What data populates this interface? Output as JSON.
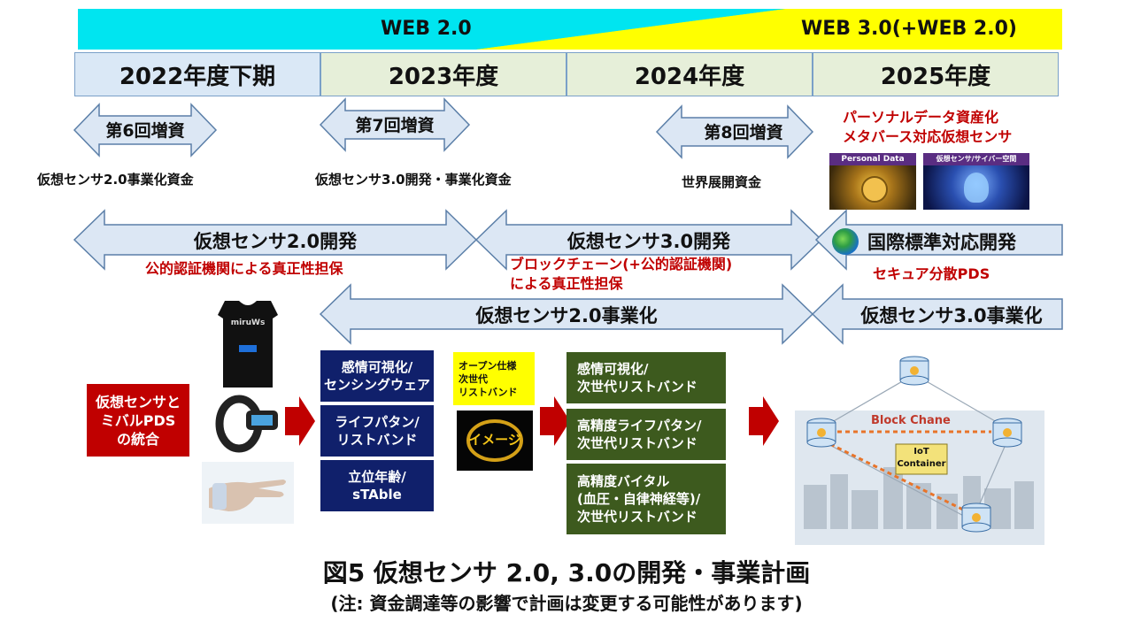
{
  "banner": {
    "web2_label": "WEB 2.0",
    "web3_label": "WEB 3.0(+WEB 2.0)",
    "colors": {
      "cyan": "#00e5f0",
      "yellow": "#ffff00"
    }
  },
  "timeline": {
    "years": [
      "2022年度下期",
      "2023年度",
      "2024年度",
      "2025年度"
    ],
    "colors": {
      "blue_cell": "#dae8f6",
      "green_cell": "#e6efd9",
      "border": "#7aa0c8"
    }
  },
  "funding": [
    {
      "round": "第6回増資",
      "purpose": "仮想センサ2.0事業化資金"
    },
    {
      "round": "第7回増資",
      "purpose": "仮想センサ3.0開発・事業化資金"
    },
    {
      "round": "第8回増資",
      "purpose": "世界展開資金"
    }
  ],
  "plan_2025": {
    "headline_lines": [
      "パーソナルデータ資産化",
      "メタバース対応仮想センサ"
    ],
    "image1_caption": "Personal Data",
    "image2_caption": "仮想センサ/サイバー空間",
    "intl_label": "国際標準対応開発",
    "secure_pds": "セキュア分散PDS",
    "globe_icon": "globe-icon"
  },
  "development": [
    {
      "label": "仮想センサ2.0開発",
      "note_lines": [
        "公的認証機関による真正性担保"
      ]
    },
    {
      "label": "仮想センサ3.0開発",
      "note_lines": [
        "ブロックチェーン(+公的認証機関)",
        "による真正性担保"
      ]
    }
  ],
  "commercialization": [
    {
      "label": "仮想センサ2.0事業化"
    },
    {
      "label": "仮想センサ3.0事業化"
    }
  ],
  "products": {
    "shirt_logo": "miruWs",
    "integration_lines": [
      "仮想センサと",
      "ミバルPDS",
      "の統合"
    ],
    "stage1": [
      {
        "lines": [
          "感情可視化/",
          "センシングウェア"
        ]
      },
      {
        "lines": [
          "ライフパタン/",
          "リストバンド"
        ]
      },
      {
        "lines": [
          "立位年齢/",
          "sTAble"
        ]
      }
    ],
    "open_spec_lines": [
      "オープン仕様",
      "次世代",
      "リストバンド"
    ],
    "image_label": "イメージ",
    "stage2": [
      {
        "lines": [
          "感情可視化/",
          "次世代リストバンド"
        ]
      },
      {
        "lines": [
          "高精度ライフパタン/",
          "次世代リストバンド"
        ]
      },
      {
        "lines": [
          "高精度バイタル",
          "(血圧・自律神経等)/",
          "次世代リストバンド"
        ]
      }
    ],
    "network": {
      "block_chain": "Block Chane",
      "iot_lines": [
        "IoT",
        "Container"
      ]
    }
  },
  "caption": {
    "title": "図5 仮想センサ  2.0, 3.0の開発・事業計画",
    "note": "(注: 資金調達等の影響で計画は変更する可能性があります)"
  }
}
